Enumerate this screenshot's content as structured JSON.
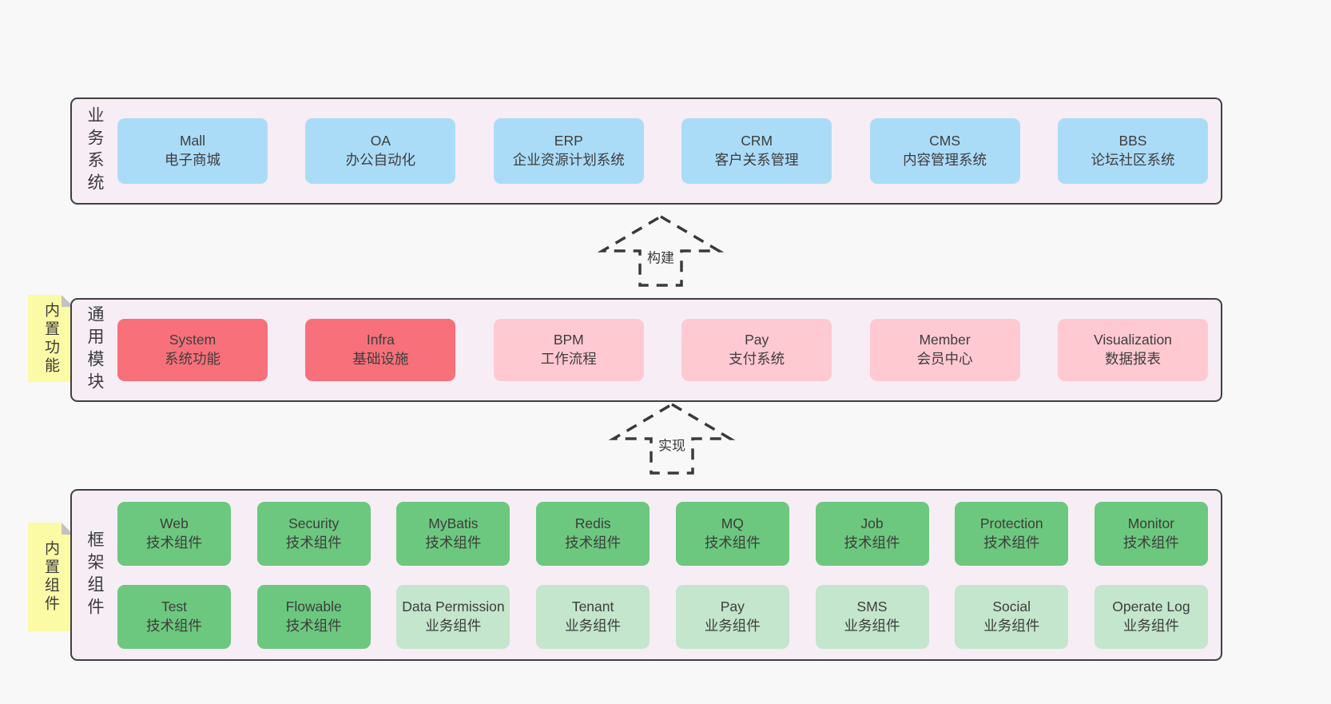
{
  "colors": {
    "page_bg": "#f8f8f8",
    "band_bg": "#f7edf5",
    "band_border": "#404040",
    "blue": "#abdcf7",
    "red": "#f8707a",
    "pink": "#ffc9d2",
    "green": "#6cc87e",
    "light_green": "#c3e6cc",
    "note_yellow": "#fbfaa5",
    "fold_gray": "#c2c2c2",
    "text": "#3d3d3d"
  },
  "arrows": [
    {
      "label": "构建"
    },
    {
      "label": "实现"
    }
  ],
  "bands": [
    {
      "side_label": "业务系统",
      "rows": [
        [
          {
            "title": "Mall",
            "subtitle": "电子商城"
          },
          {
            "title": "OA",
            "subtitle": "办公自动化"
          },
          {
            "title": "ERP",
            "subtitle": "企业资源计划系统"
          },
          {
            "title": "CRM",
            "subtitle": "客户关系管理"
          },
          {
            "title": "CMS",
            "subtitle": "内容管理系统"
          },
          {
            "title": "BBS",
            "subtitle": "论坛社区系统"
          }
        ]
      ]
    },
    {
      "side_label": "通用模块",
      "note": "内置功能",
      "rows": [
        [
          {
            "title": "System",
            "subtitle": "系统功能"
          },
          {
            "title": "Infra",
            "subtitle": "基础设施"
          },
          {
            "title": "BPM",
            "subtitle": "工作流程"
          },
          {
            "title": "Pay",
            "subtitle": "支付系统"
          },
          {
            "title": "Member",
            "subtitle": "会员中心"
          },
          {
            "title": "Visualization",
            "subtitle": "数据报表"
          }
        ]
      ]
    },
    {
      "side_label": "框架组件",
      "note": "内置组件",
      "rows": [
        [
          {
            "title": "Web",
            "subtitle": "技术组件"
          },
          {
            "title": "Security",
            "subtitle": "技术组件"
          },
          {
            "title": "MyBatis",
            "subtitle": "技术组件"
          },
          {
            "title": "Redis",
            "subtitle": "技术组件"
          },
          {
            "title": "MQ",
            "subtitle": "技术组件"
          },
          {
            "title": "Job",
            "subtitle": "技术组件"
          },
          {
            "title": "Protection",
            "subtitle": "技术组件"
          },
          {
            "title": "Monitor",
            "subtitle": "技术组件"
          }
        ],
        [
          {
            "title": "Test",
            "subtitle": "技术组件"
          },
          {
            "title": "Flowable",
            "subtitle": "技术组件"
          },
          {
            "title": "Data Permission",
            "subtitle": "业务组件"
          },
          {
            "title": "Tenant",
            "subtitle": "业务组件"
          },
          {
            "title": "Pay",
            "subtitle": "业务组件"
          },
          {
            "title": "SMS",
            "subtitle": "业务组件"
          },
          {
            "title": "Social",
            "subtitle": "业务组件"
          },
          {
            "title": "Operate Log",
            "subtitle": "业务组件"
          }
        ]
      ]
    }
  ]
}
